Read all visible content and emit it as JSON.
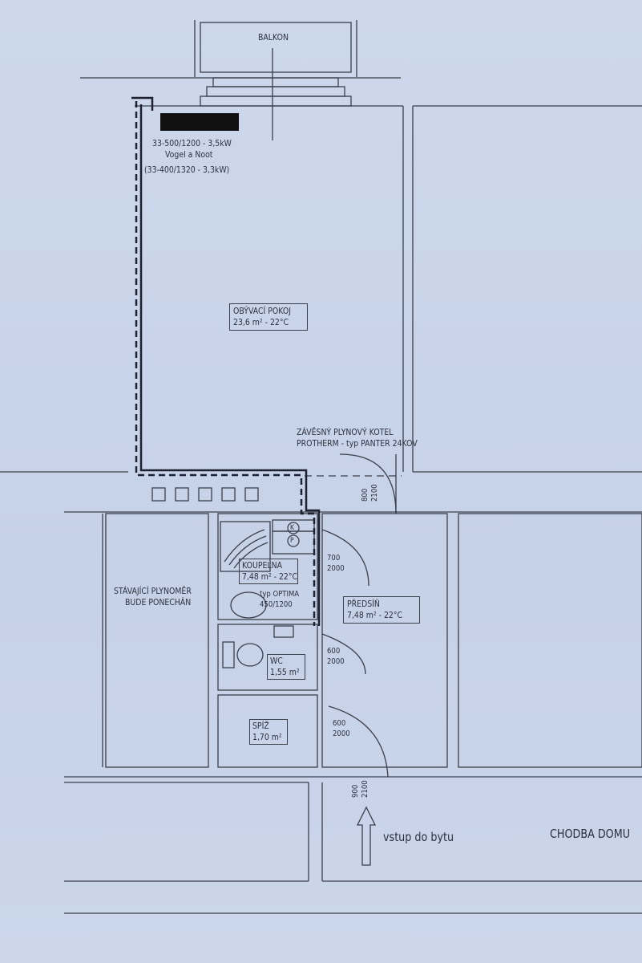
{
  "plan": {
    "balcony": "BALKON",
    "radiator": {
      "line1": "33-500/1200 - 3,5kW",
      "line2": "Vogel a Noot",
      "line3": "(33-400/1320 - 3,3kW)"
    },
    "rooms": {
      "living": {
        "name": "OBÝVACÍ POKOJ",
        "area": "23,6 m² - 22°C"
      },
      "bathroom": {
        "name": "KOUPELNA",
        "area": "7,48 m² - 22°C"
      },
      "hall": {
        "name": "PŘEDSÍŇ",
        "area": "7,48 m² - 22°C"
      },
      "wc": {
        "name": "WC",
        "area": "1,55 m²"
      },
      "pantry": {
        "name": "SPÍŽ",
        "area": "1,70 m²"
      }
    },
    "boiler": {
      "line1": "ZÁVĚSNÝ PLYNOVÝ KOTEL",
      "line2": "PROTHERM - typ PANTER 24KOV",
      "k": "K",
      "p": "P"
    },
    "bath_radiator": {
      "line1": "typ OPTIMA",
      "line2": "450/1200"
    },
    "gas_meter": {
      "line1": "STÁVAJÍCÍ PLYNOMĚR",
      "line2": "BUDE PONECHÁN"
    },
    "doors": {
      "living_door": {
        "w": "800",
        "h": "2100"
      },
      "bath_door": {
        "w": "700",
        "h": "2000"
      },
      "wc_door": {
        "w": "600",
        "h": "2000"
      },
      "pantry_door": {
        "w": "600",
        "h": "2000"
      },
      "entry_door": {
        "w": "900",
        "h": "2100"
      }
    },
    "entrance": "vstup do bytu",
    "corridor": "CHODBA DOMU"
  }
}
